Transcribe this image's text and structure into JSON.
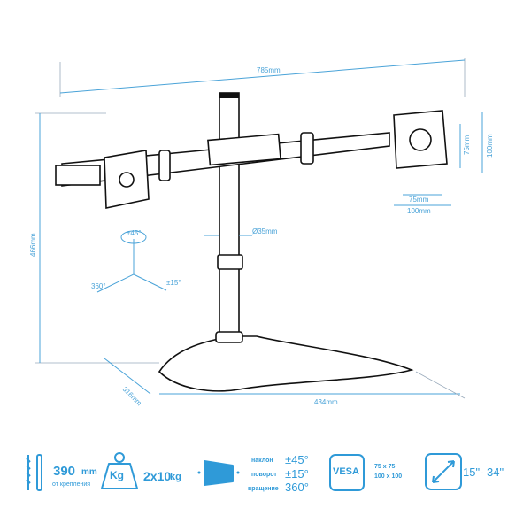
{
  "dimensions": {
    "width": "785mm",
    "height": "466mm",
    "depth": "316mm",
    "base_width": "434mm",
    "pole_diameter": "Ø35mm",
    "vesa_h_small": "75mm",
    "vesa_h_large": "100mm",
    "vesa_v_small": "75mm",
    "vesa_v_large": "100mm"
  },
  "rotation": {
    "tilt": "±45°",
    "swivel": "±15°",
    "rotate": "360°"
  },
  "specs": {
    "clamp": {
      "value": "390",
      "unit": "mm",
      "caption": "от крепления"
    },
    "weight": {
      "icon_label": "Kg",
      "value": "2x10",
      "unit": "kg"
    },
    "motion": {
      "tilt_label": "наклон",
      "tilt_value": "±45°",
      "swivel_label": "поворот",
      "swivel_value": "±15°",
      "rotate_label": "вращение",
      "rotate_value": "360°"
    },
    "vesa": {
      "icon_label": "VESA",
      "sizes": [
        "75 x 75",
        "100 x 100"
      ]
    },
    "screen": {
      "range": "15\"- 34\""
    }
  },
  "accent": "#2f9ad8"
}
